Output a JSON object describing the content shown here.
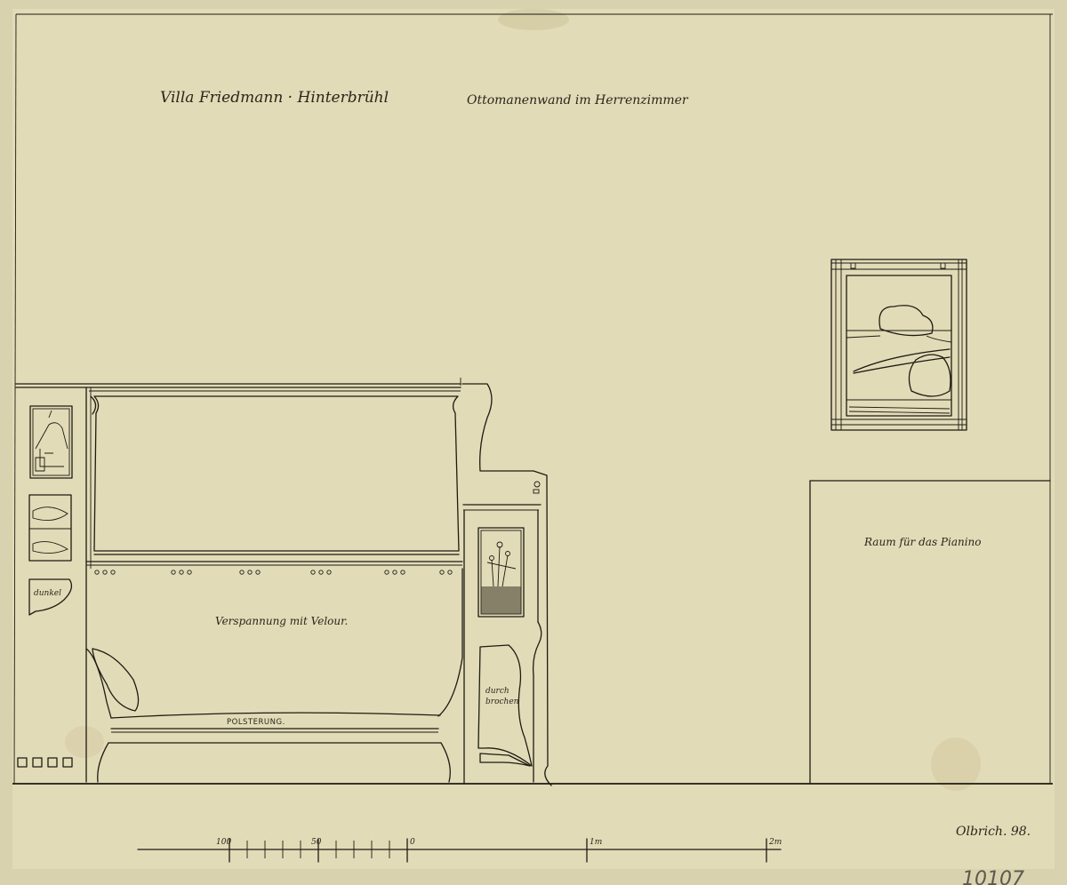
{
  "drawing": {
    "title_left": "Villa Friedmann · Hinterbrühl",
    "title_right": "Ottomanenwand im Herrenzimmer",
    "signature": "Olbrich. 98.",
    "inventory_number": "10107",
    "colors": {
      "paper": "#d9d2ae",
      "ink": "#1e1b14",
      "pencil": "#6f6a5c"
    }
  },
  "annotations": {
    "dunkel": "dunkel",
    "verspannung": "Verspannung mit Velour.",
    "polsterung": "POLSTERUNG.",
    "durchbrochen_1": "durch",
    "durchbrochen_2": "brochen",
    "pianino": "Raum für das Pianino"
  },
  "scale_bar": {
    "labels": [
      "100",
      "50",
      "0",
      "1m",
      "2m"
    ],
    "values": [
      100,
      50,
      0,
      100,
      200
    ],
    "unit": "cm"
  }
}
